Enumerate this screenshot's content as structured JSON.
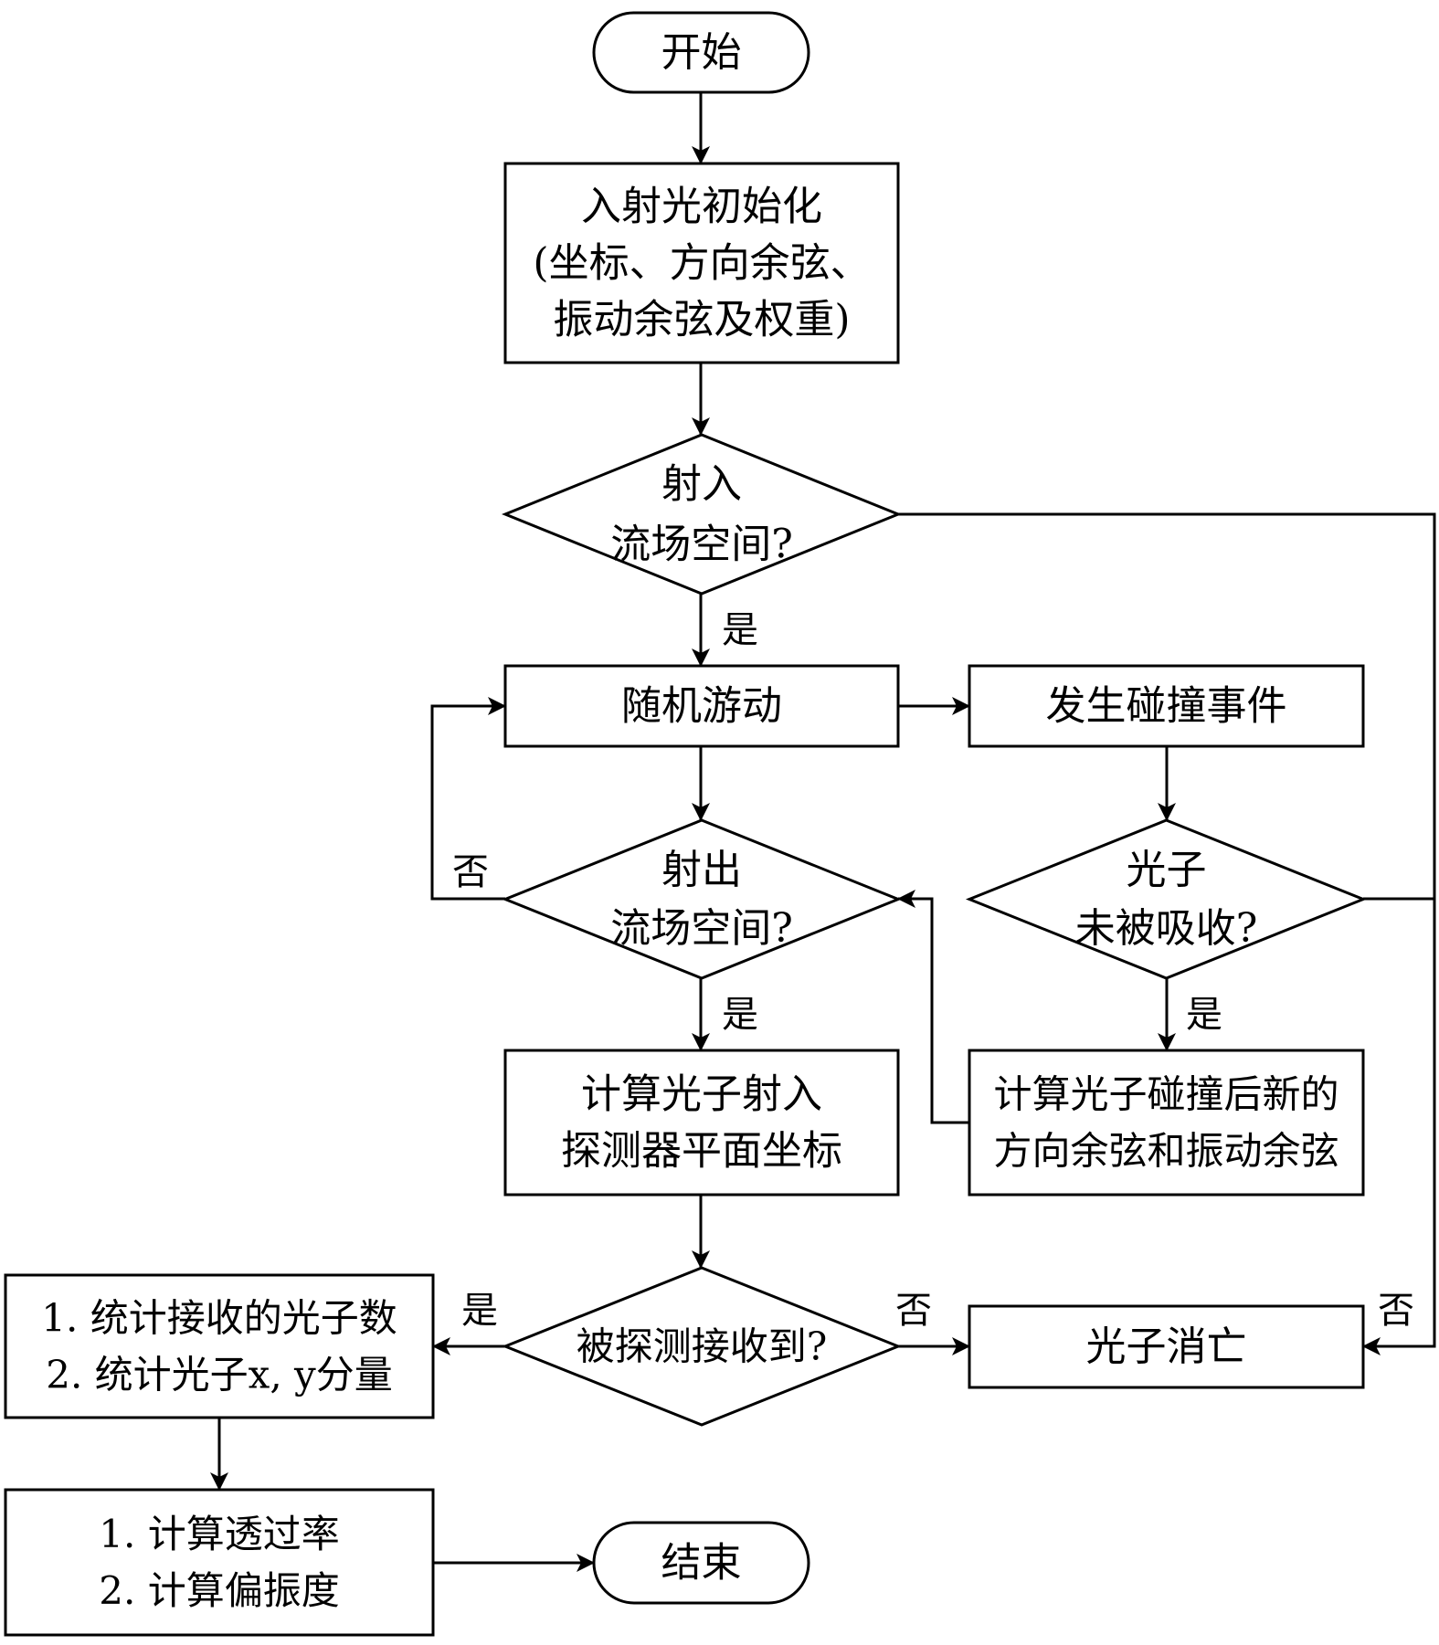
{
  "colors": {
    "stroke": "#000000",
    "background": "#ffffff",
    "text": "#000000"
  },
  "nodes": {
    "start": {
      "type": "terminal",
      "lines": [
        "开始"
      ]
    },
    "init": {
      "type": "process",
      "lines": [
        "入射光初始化",
        "(坐标、方向余弦、",
        "振动余弦及权重)"
      ]
    },
    "enter_check": {
      "type": "decision",
      "lines": [
        "射入",
        "流场空间?"
      ]
    },
    "random_walk": {
      "type": "process",
      "lines": [
        "随机游动"
      ]
    },
    "collision": {
      "type": "process",
      "lines": [
        "发生碰撞事件"
      ]
    },
    "exit_check": {
      "type": "decision",
      "lines": [
        "射出",
        "流场空间?"
      ]
    },
    "absorb_check": {
      "type": "decision",
      "lines": [
        "光子",
        "未被吸收?"
      ]
    },
    "detector_coord": {
      "type": "process",
      "lines": [
        "计算光子射入",
        "探测器平面坐标"
      ]
    },
    "new_direction": {
      "type": "process",
      "lines": [
        "计算光子碰撞后新的",
        "方向余弦和振动余弦"
      ]
    },
    "detected_check": {
      "type": "decision",
      "lines": [
        "被探测接收到?"
      ]
    },
    "statistics": {
      "type": "process",
      "lines": [
        "1. 统计接收的光子数",
        "2. 统计光子x, y分量"
      ]
    },
    "photon_vanish": {
      "type": "process",
      "lines": [
        "光子消亡"
      ]
    },
    "compute_results": {
      "type": "process",
      "lines": [
        "1. 计算透过率",
        "2. 计算偏振度"
      ]
    },
    "end": {
      "type": "terminal",
      "lines": [
        "结束"
      ]
    }
  },
  "edges": [
    {
      "from": "start",
      "to": "init",
      "label": ""
    },
    {
      "from": "init",
      "to": "enter_check",
      "label": ""
    },
    {
      "from": "enter_check",
      "to": "random_walk",
      "label": "是"
    },
    {
      "from": "enter_check",
      "to": "photon_vanish",
      "label": "否"
    },
    {
      "from": "random_walk",
      "to": "collision",
      "label": ""
    },
    {
      "from": "random_walk",
      "to": "exit_check",
      "label": ""
    },
    {
      "from": "exit_check",
      "to": "random_walk",
      "label": "否"
    },
    {
      "from": "exit_check",
      "to": "detector_coord",
      "label": "是"
    },
    {
      "from": "collision",
      "to": "absorb_check",
      "label": ""
    },
    {
      "from": "absorb_check",
      "to": "new_direction",
      "label": "是"
    },
    {
      "from": "absorb_check",
      "to": "photon_vanish",
      "label": ""
    },
    {
      "from": "new_direction",
      "to": "exit_check",
      "label": ""
    },
    {
      "from": "detector_coord",
      "to": "detected_check",
      "label": ""
    },
    {
      "from": "detected_check",
      "to": "statistics",
      "label": "是"
    },
    {
      "from": "detected_check",
      "to": "photon_vanish",
      "label": "否"
    },
    {
      "from": "statistics",
      "to": "compute_results",
      "label": ""
    },
    {
      "from": "compute_results",
      "to": "end",
      "label": ""
    }
  ]
}
